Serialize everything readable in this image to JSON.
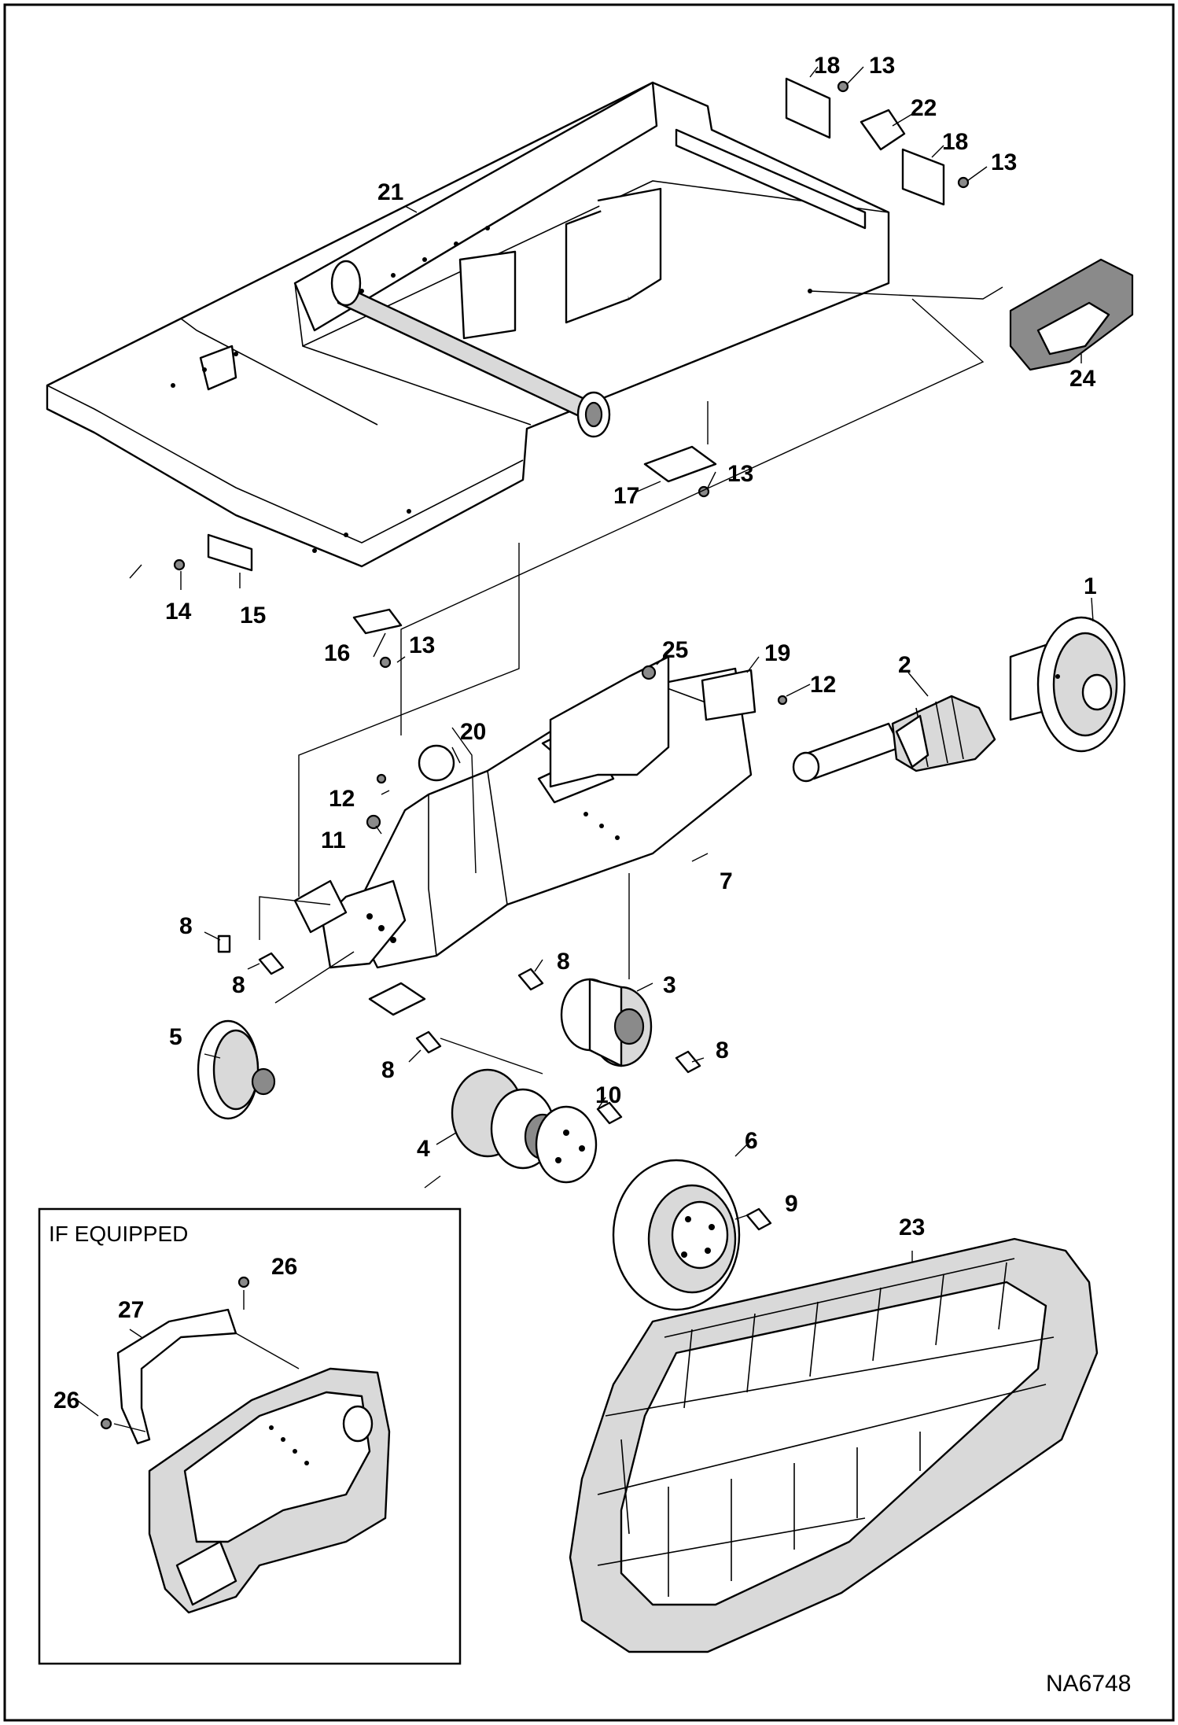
{
  "inset": {
    "title": "IF EQUIPPED"
  },
  "drawing_number": "NA6748",
  "callouts": {
    "c1": "1",
    "c2": "2",
    "c3": "3",
    "c4": "4",
    "c5": "5",
    "c6": "6",
    "c7": "7",
    "c8a": "8",
    "c8b": "8",
    "c8c": "8",
    "c8d": "8",
    "c8e": "8",
    "c9": "9",
    "c10": "10",
    "c11": "11",
    "c12a": "12",
    "c12b": "12",
    "c13a": "13",
    "c13b": "13",
    "c13c": "13",
    "c13d": "13",
    "c14": "14",
    "c15": "15",
    "c16": "16",
    "c17": "17",
    "c18a": "18",
    "c18b": "18",
    "c19": "19",
    "c20": "20",
    "c21": "21",
    "c22": "22",
    "c23": "23",
    "c24": "24",
    "c25": "25",
    "c26a": "26",
    "c26b": "26",
    "c27": "27"
  }
}
